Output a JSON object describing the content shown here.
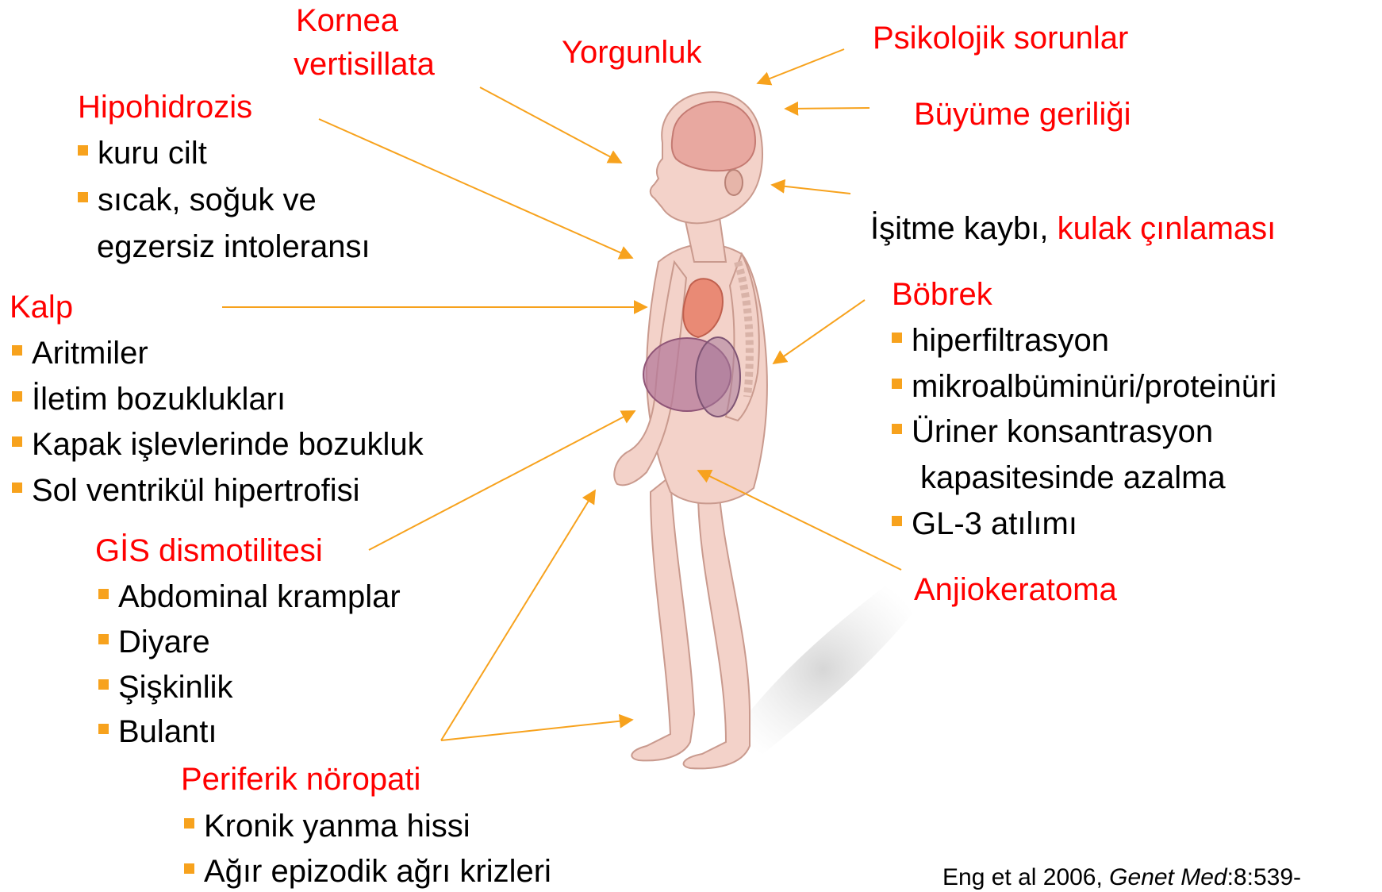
{
  "colors": {
    "label_red": "#ff0000",
    "bullet_orange": "#f7a21d",
    "arrow_orange": "#f7a21d",
    "body_skin": "#f3cfc6"
  },
  "labels": {
    "kornea_line1": "Kornea",
    "kornea_line2": "vertisillata",
    "yorgunluk": "Yorgunluk",
    "psikolojik": "Psikolojik sorunlar",
    "buyume": "Büyüme geriliği",
    "isitme_black": "İşitme kaybı, ",
    "isitme_red": "kulak çınlaması"
  },
  "hipohidrozis": {
    "title": "Hipohidrozis",
    "items": [
      "kuru cilt",
      "sıcak, soğuk ve"
    ],
    "continuation": "egzersiz intoleransı"
  },
  "kalp": {
    "title": "Kalp",
    "items": [
      "Aritmiler",
      "İletim bozuklukları",
      "Kapak işlevlerinde bozukluk",
      "Sol ventrikül hipertrofisi"
    ]
  },
  "gis": {
    "title": "GİS dismotilitesi",
    "items": [
      "Abdominal kramplar",
      "Diyare",
      "Şişkinlik",
      "Bulantı"
    ]
  },
  "noropati": {
    "title": "Periferik nöropati",
    "items": [
      "Kronik yanma hissi",
      "Ağır epizodik ağrı krizleri"
    ]
  },
  "bobrek": {
    "title": "Böbrek",
    "items": [
      "hiperfiltrasyon",
      "mikroalbüminüri/proteinüri",
      "Üriner konsantrasyon"
    ],
    "continuation": "kapasitesinde azalma",
    "last_item": "GL-3 atılımı"
  },
  "anjiokeratoma": "Anjiokeratoma",
  "citation": {
    "authors": "Eng et al 2006, ",
    "journal": "Genet Med",
    "ref": ":8:539-"
  }
}
